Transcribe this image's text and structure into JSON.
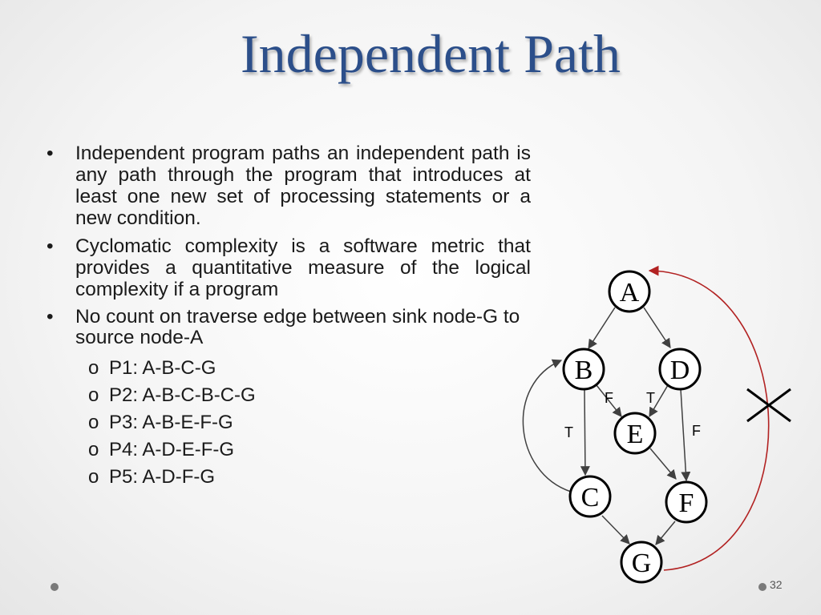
{
  "slide": {
    "title": "Independent Path",
    "page_number": "32"
  },
  "bullets": [
    {
      "text": "Independent program paths an independent path is any path through the program that introduces at least one new set of processing statements or a new condition."
    },
    {
      "text": "Cyclomatic complexity is a software metric that provides a quantitative measure of the logical complexity if a program"
    },
    {
      "text": "No count on traverse edge between sink node-G to source node-A"
    }
  ],
  "sub_marker": "o",
  "paths": [
    "P1: A-B-C-G",
    "P2: A-B-C-B-C-G",
    "P3: A-B-E-F-G",
    "P4: A-D-E-F-G",
    "P5: A-D-F-G"
  ],
  "graph": {
    "nodes": [
      "A",
      "B",
      "D",
      "E",
      "C",
      "F",
      "G"
    ],
    "edge_labels": {
      "b_e": "F",
      "d_e": "T",
      "b_c": "T",
      "d_f": "F"
    },
    "colors": {
      "node_stroke": "#000000",
      "back_edge": "#b22222",
      "arrow": "#404040"
    }
  }
}
